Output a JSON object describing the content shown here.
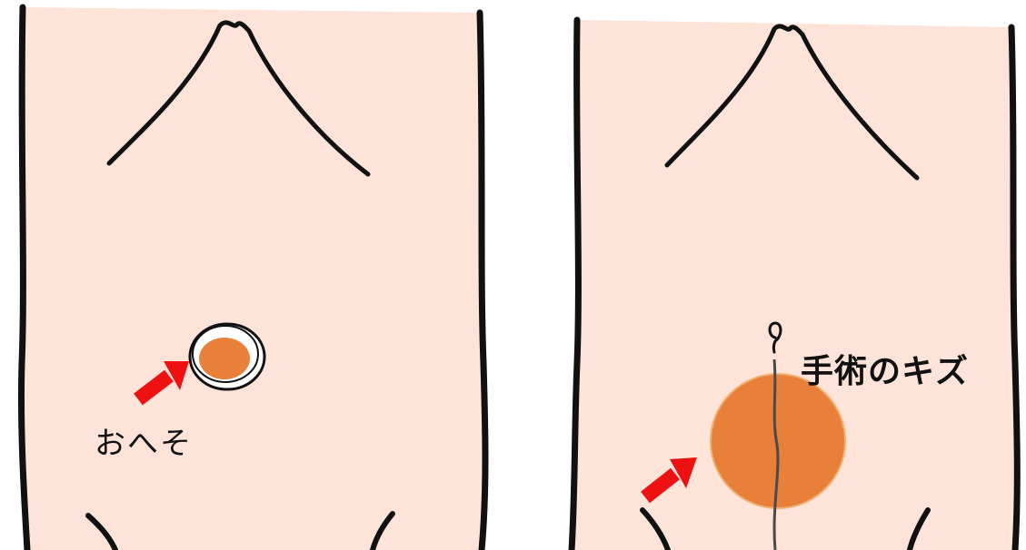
{
  "panels": [
    {
      "id": "before",
      "label": "おへそ",
      "highlight_color": "#e8803a",
      "arrow_color": "#ee1111"
    },
    {
      "id": "after",
      "label": "手術のキズ",
      "highlight_color": "#e8803a",
      "arrow_color": "#ee1111"
    }
  ],
  "colors": {
    "skin": "#fde3d8",
    "outline": "#111111",
    "scar": "#555555"
  }
}
